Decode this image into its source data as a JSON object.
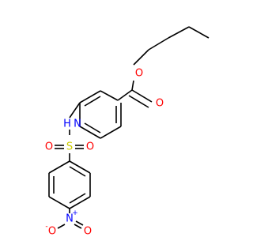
{
  "molecule": {
    "atoms": {
      "ester_o": {
        "label": "O",
        "color": "#ff0000"
      },
      "carbonyl_o": {
        "label": "O",
        "color": "#ff0000"
      },
      "amine_n": {
        "label": "N",
        "color": "#0000ff"
      },
      "amine_h": {
        "label": "H",
        "color": "#0000ff"
      },
      "sulfur": {
        "label": "S",
        "color": "#cccc00"
      },
      "sulfonyl_o_left": {
        "label": "O",
        "color": "#ff0000"
      },
      "sulfonyl_o_right": {
        "label": "O",
        "color": "#ff0000"
      },
      "nitro_n": {
        "label": "N",
        "color": "#0000ff",
        "charge": "+"
      },
      "nitro_o_left": {
        "label": "O",
        "color": "#ff0000",
        "charge": "-"
      },
      "nitro_o_right": {
        "label": "O",
        "color": "#ff0000"
      }
    },
    "bond_color": "#000000"
  }
}
